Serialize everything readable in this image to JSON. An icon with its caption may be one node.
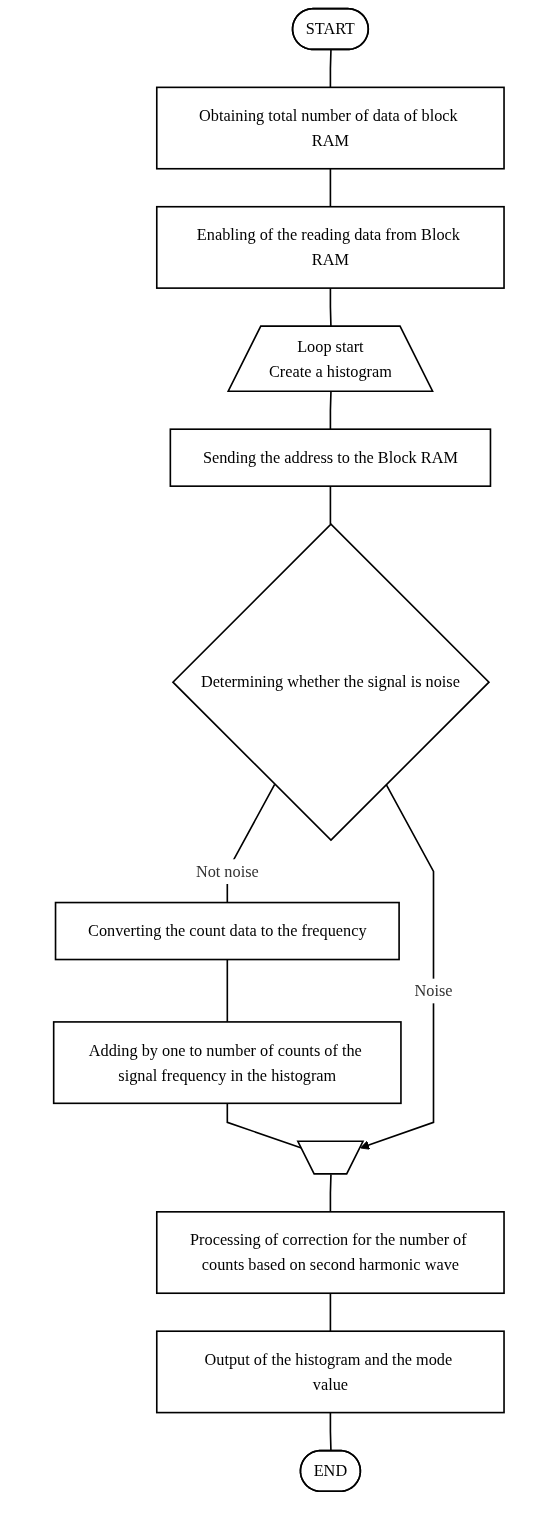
{
  "diagram": {
    "nodes": [
      {
        "text": [
          "START"
        ]
      },
      {
        "text": [
          "Obtaining total number of data of block RAM"
        ]
      },
      {
        "text": [
          "Enabling of the reading data from Block RAM"
        ]
      },
      {
        "text": [
          "Loop start",
          "Create a histogram"
        ]
      },
      {
        "text": [
          "Sending the address to the Block RAM"
        ]
      },
      {
        "text": [
          "Determining whether the signal is noise"
        ]
      },
      {
        "text": [
          "Converting the count data to the frequency"
        ]
      },
      {
        "text": [
          "Adding by one to number of counts of the signal frequency in the histogram"
        ]
      },
      {
        "text": [],
        "shape": "box"
      },
      {
        "text": [
          "Processing of correction for the number of counts based on second harmonic wave"
        ]
      },
      {
        "text": [
          "Output of the histogram and the mode value"
        ]
      },
      {
        "text": [
          "END"
        ]
      }
    ],
    "edges": [
      {
        "from": 0,
        "to": 1,
        "arrow": "none"
      },
      {
        "from": 1,
        "to": 2,
        "arrow": "none"
      },
      {
        "from": 2,
        "to": 3,
        "arrow": "none"
      },
      {
        "from": 3,
        "to": 4,
        "arrow": "none"
      },
      {
        "from": 4,
        "to": 5,
        "arrow": "none"
      },
      {
        "from": 5,
        "to": 6,
        "arrow": "none",
        "label": "Not noise"
      },
      {
        "from": 6,
        "to": 7,
        "arrow": "none"
      },
      {
        "from": 7,
        "to": 8,
        "arrow": "none"
      },
      {
        "from": 5,
        "to": 8,
        "arrow": "to",
        "label": "Noise"
      },
      {
        "from": 8,
        "to": 9,
        "arrow": "none"
      },
      {
        "from": 9,
        "to": 10,
        "arrow": "none"
      },
      {
        "from": 10,
        "to": 11,
        "arrow": "none"
      }
    ]
  }
}
